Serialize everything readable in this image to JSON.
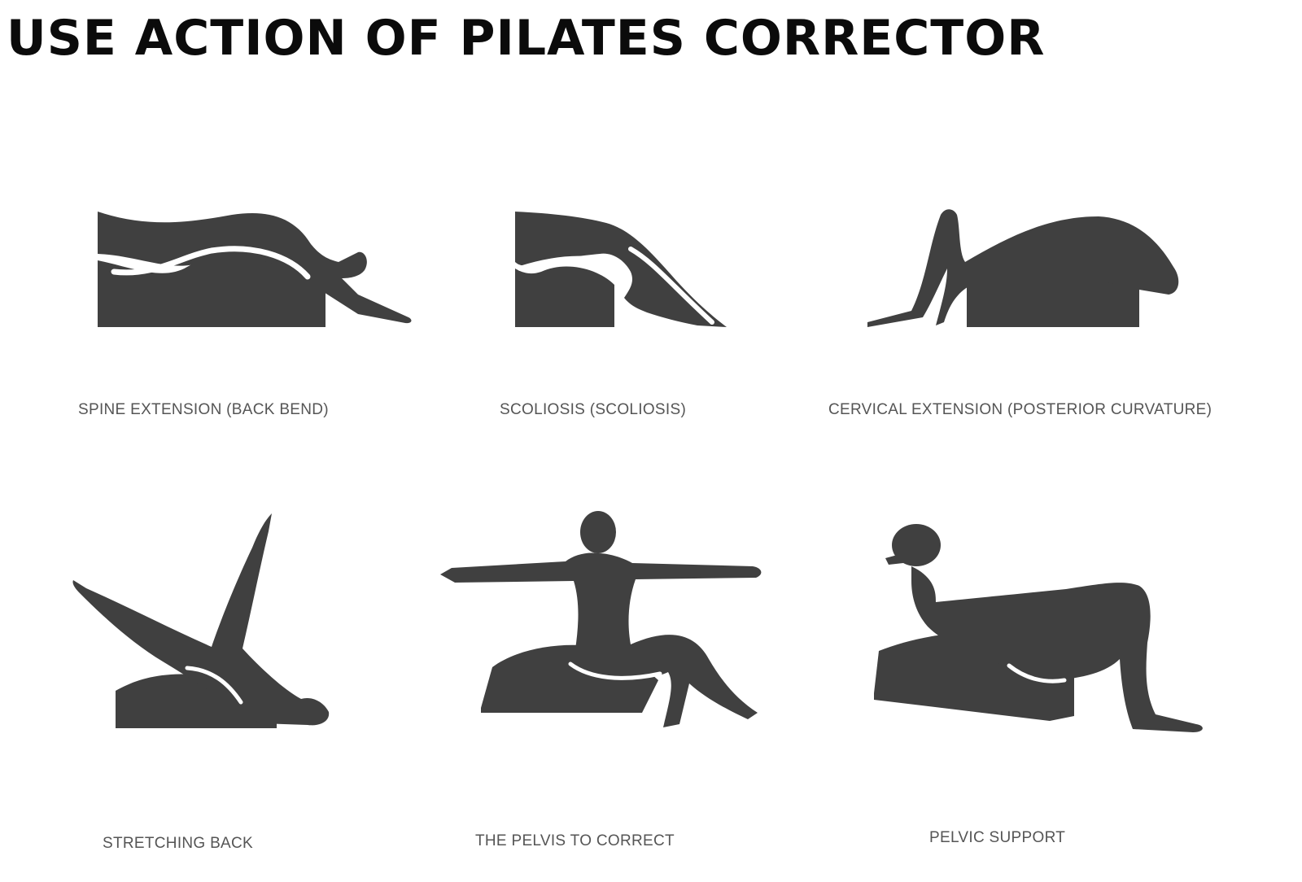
{
  "title": "USE ACTION OF PILATES CORRECTOR",
  "colors": {
    "silhouette": "#404040",
    "caption": "#555555",
    "title": "#0b0b0b",
    "background": "#ffffff"
  },
  "exercises": [
    {
      "label": "SPINE EXTENSION (BACK BEND)",
      "icon": "spine-extension-figure"
    },
    {
      "label": "SCOLIOSIS (SCOLIOSIS)",
      "icon": "scoliosis-figure"
    },
    {
      "label": "CERVICAL EXTENSION (POSTERIOR CURVATURE)",
      "icon": "cervical-extension-figure"
    },
    {
      "label": "STRETCHING BACK",
      "icon": "stretching-back-figure"
    },
    {
      "label": "THE PELVIS TO CORRECT",
      "icon": "pelvis-correct-figure"
    },
    {
      "label": "PELVIC SUPPORT",
      "icon": "pelvic-support-figure"
    }
  ]
}
